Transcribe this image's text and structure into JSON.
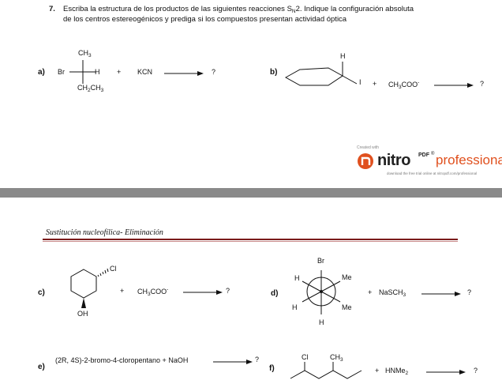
{
  "question": {
    "number": "7.",
    "line1": "Escriba la estructura de los productos de las siguientes reacciones S",
    "sn_sub": "N",
    "line1_end": "2. Indique la configuración absoluta",
    "line2": "de los centros estereogénicos y prediga si los compuestos presentan actividad óptica"
  },
  "reactions": {
    "a": {
      "label": "a)",
      "top": "CH3",
      "left": "Br",
      "right": "H",
      "bottom": "CH2CH3",
      "plus": "+",
      "reagent": "KCN",
      "product": "?"
    },
    "b": {
      "label": "b)",
      "h": "H",
      "i": "I",
      "plus": "+",
      "reagent": "CH3COO",
      "charge": "-",
      "product": "?"
    },
    "c": {
      "label": "c)",
      "cl": "Cl",
      "oh": "OH",
      "plus": "+",
      "reagent": "CH3COO",
      "charge": "-",
      "product": "?"
    },
    "d": {
      "label": "d)",
      "br": "Br",
      "me1": "Me",
      "me2": "Me",
      "h1": "H",
      "h2": "H",
      "h3": "H",
      "plus": "+",
      "reagent": "NaSCH3",
      "product": "?"
    },
    "e": {
      "label": "e)",
      "text": "(2R, 4S)-2-bromo-4-cloropentano + NaOH",
      "product": "?"
    },
    "f": {
      "label": "f)",
      "cl": "Cl",
      "ch3": "CH3",
      "plus": "+",
      "reagent": "HNMe2",
      "product": "?"
    }
  },
  "watermark": {
    "created_with": "Created with",
    "brand": "nitro",
    "pdf": "PDF",
    "tm": "®",
    "professional": "professional",
    "tagline": "download the free trial online at nitropdf.com/professional"
  },
  "section_title": "Sustitución nucleofílica- Eliminación",
  "colors": {
    "page_break": "#8a8a8a",
    "rule_dark": "#7a1a1a",
    "rule_light": "#c98a8a",
    "nitro_red": "#e0501e"
  }
}
